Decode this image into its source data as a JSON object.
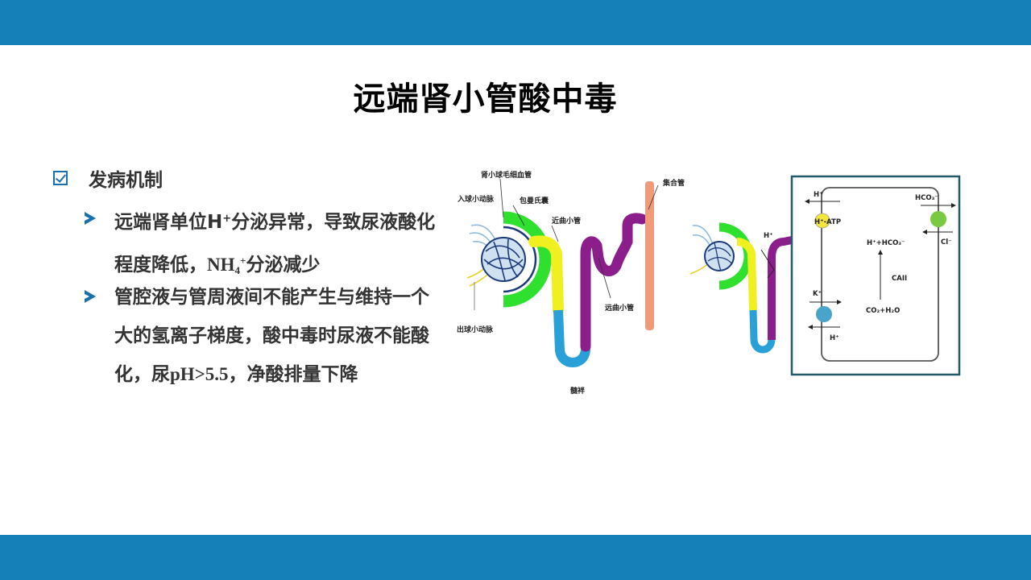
{
  "title": "远端肾小管酸中毒",
  "section": {
    "heading": "发病机制"
  },
  "bullets": [
    {
      "pre": "远端肾单位H",
      "sup": "+",
      "post": "分泌异常，导致尿液酸化程度降低，",
      "nh": "NH",
      "sub": "4",
      "sup2": "+",
      "tail": "分泌减少"
    },
    {
      "text1": "管腔液与管周液间不能产生与维持一个大的氢离子梯度，酸中毒时尿液不能酸化，尿",
      "ph": "pH>5.5",
      "text2": "，净酸排量下降"
    }
  ],
  "diagram": {
    "labels": {
      "glomerular_capillary": "肾小球毛细血管",
      "afferent_arteriole": "入球小动脉",
      "bowman_capsule": "包曼氏囊",
      "proximal_tubule": "近曲小管",
      "collecting_duct": "集合管",
      "distal_tubule": "远曲小管",
      "efferent_arteriole": "出球小动脉",
      "loop_of_henle": "髓袢"
    },
    "cell": {
      "h_ion": "H⁺",
      "h_atp": "H⁺-ATP",
      "hco3": "HCO₃⁻",
      "cl": "Cl⁻",
      "h_hco3": "H⁺+HCO₃⁻",
      "caii": "CAII",
      "k": "K⁺",
      "co2_h2o": "CO₂+H₂O",
      "h_ion_bottom": "H⁺",
      "h_ion_outer": "H⁺"
    },
    "colors": {
      "glomerulus_green": "#2fe02f",
      "proximal_yellow": "#f0f020",
      "loop_blue": "#2aa0d8",
      "distal_purple": "#8c1e8c",
      "collecting_salmon": "#f09a7a",
      "pump_green": "#7ac943",
      "pump_blue": "#4aa3c8",
      "pump_yellow": "#f5e63a",
      "box_border": "#235a6a"
    }
  }
}
